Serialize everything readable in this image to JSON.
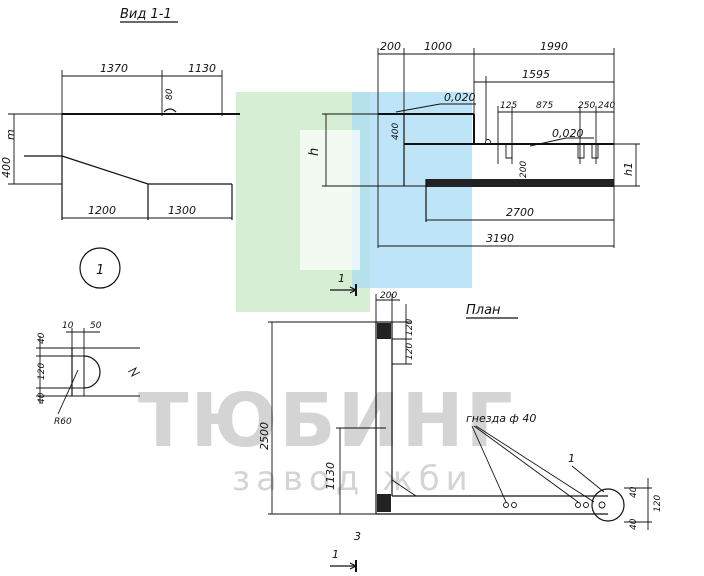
{
  "titles": {
    "view": "Вид 1-1",
    "plan": "План",
    "sockets": "гнезда ф 40"
  },
  "watermark": {
    "name": "ТЮБИНГ",
    "sub": "завод жби",
    "colors": {
      "green": "#c8e8c4",
      "blue": "#a8dcf4",
      "text": "#9a9a9a"
    }
  },
  "callouts": {
    "circle1": "1",
    "circle_plan": "1",
    "section_mark_top": "1",
    "section_mark_bottom": "1"
  },
  "dims_top_left": {
    "top_a": "1370",
    "top_b": "1130",
    "d80": "80",
    "left_400": "400",
    "m": "m",
    "bot_a": "1200",
    "bot_b": "1300"
  },
  "dims_top_right": {
    "d200": "200",
    "d1000": "1000",
    "d1990": "1990",
    "d1595": "1595",
    "slope1": "0,020",
    "d125": "125",
    "d875": "875",
    "d250": "250",
    "d240": "240",
    "d400": "400",
    "slope2": "0,020",
    "d200b": "200",
    "h": "h",
    "h1": "h1",
    "d2700": "2700",
    "d3190": "3190"
  },
  "dims_detail": {
    "d10": "10",
    "d50": "50",
    "d40a": "40",
    "d120": "120",
    "d40b": "40",
    "r60": "R60"
  },
  "dims_plan": {
    "d200": "200",
    "d120a": "120",
    "d120b": "120",
    "d2500": "2500",
    "d1130": "1130",
    "d3": "3",
    "d40a": "40",
    "d120c": "120",
    "d40b": "40"
  }
}
